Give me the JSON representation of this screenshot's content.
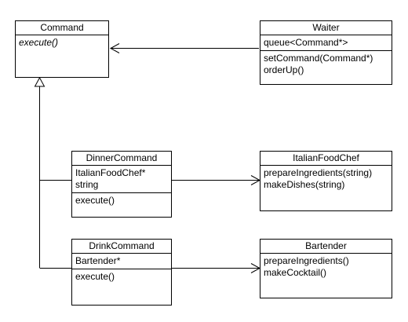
{
  "classes": {
    "command": {
      "name": "Command",
      "operations": [
        "execute()"
      ]
    },
    "waiter": {
      "name": "Waiter",
      "attributes": [
        "queue<Command*>"
      ],
      "operations": [
        "setCommand(Command*)",
        "orderUp()"
      ]
    },
    "dinner_command": {
      "name": "DinnerCommand",
      "attributes": [
        "ItalianFoodChef*",
        "string"
      ],
      "operations": [
        "execute()"
      ]
    },
    "italian_food_chef": {
      "name": "ItalianFoodChef",
      "operations": [
        "prepareIngredients(string)",
        "makeDishes(string)"
      ]
    },
    "drink_command": {
      "name": "DrinkCommand",
      "attributes": [
        "Bartender*"
      ],
      "operations": [
        "execute()"
      ]
    },
    "bartender": {
      "name": "Bartender",
      "operations": [
        "prepareIngredients()",
        "makeCocktail()"
      ]
    }
  },
  "relations": [
    {
      "type": "association",
      "from": "waiter",
      "to": "command"
    },
    {
      "type": "generalization",
      "from": "dinner_command",
      "to": "command"
    },
    {
      "type": "generalization",
      "from": "drink_command",
      "to": "command"
    },
    {
      "type": "association",
      "from": "dinner_command",
      "to": "italian_food_chef"
    },
    {
      "type": "association",
      "from": "drink_command",
      "to": "bartender"
    }
  ]
}
